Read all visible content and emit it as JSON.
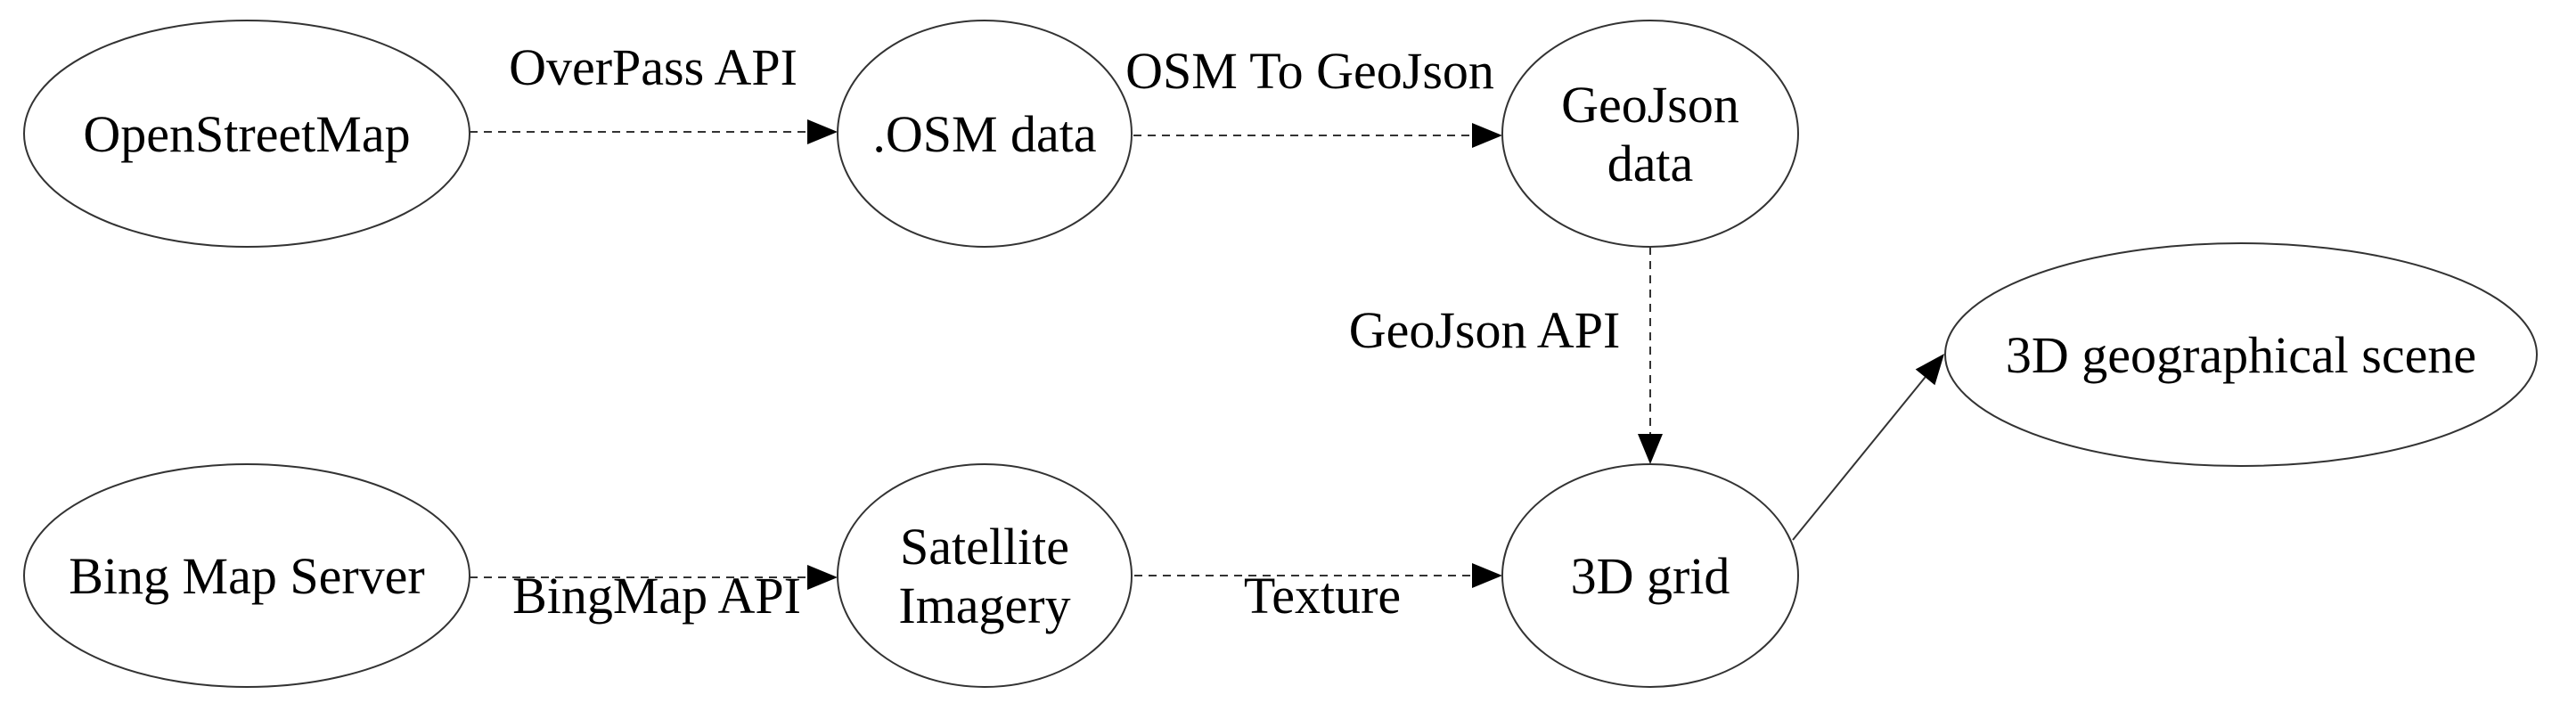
{
  "nodes": [
    {
      "id": "osm",
      "name": "node-openstreetmap",
      "lines": [
        "OpenStreetMap"
      ]
    },
    {
      "id": "osmdata",
      "name": "node-osm-data",
      "lines": [
        ".OSM data"
      ]
    },
    {
      "id": "geojson",
      "name": "node-geojson-data",
      "lines": [
        "GeoJson",
        "data"
      ]
    },
    {
      "id": "scene",
      "name": "node-3d-geographical-scene",
      "lines": [
        "3D geographical scene"
      ]
    },
    {
      "id": "bing",
      "name": "node-bing-map-server",
      "lines": [
        "Bing Map Server"
      ]
    },
    {
      "id": "sat",
      "name": "node-satellite-imagery",
      "lines": [
        "Satellite",
        "Imagery"
      ]
    },
    {
      "id": "grid",
      "name": "node-3d-grid",
      "lines": [
        "3D grid"
      ]
    }
  ],
  "edges": [
    {
      "id": "e1",
      "name": "edge-overpass-api",
      "from": "osm",
      "to": "osmdata",
      "label": "OverPass API",
      "style": "dashed"
    },
    {
      "id": "e2",
      "name": "edge-osm-to-geojson",
      "from": "osmdata",
      "to": "geojson",
      "label": "OSM To GeoJson",
      "style": "dashed"
    },
    {
      "id": "e3",
      "name": "edge-geojson-api",
      "from": "geojson",
      "to": "grid",
      "label": "GeoJson API",
      "style": "dashed"
    },
    {
      "id": "e4",
      "name": "edge-bingmap-api",
      "from": "bing",
      "to": "sat",
      "label": "BingMap API",
      "style": "dashed"
    },
    {
      "id": "e5",
      "name": "edge-texture",
      "from": "sat",
      "to": "grid",
      "label": "Texture",
      "style": "dashed"
    },
    {
      "id": "e6",
      "name": "edge-grid-to-scene",
      "from": "grid",
      "to": "scene",
      "label": "",
      "style": "solid"
    }
  ]
}
